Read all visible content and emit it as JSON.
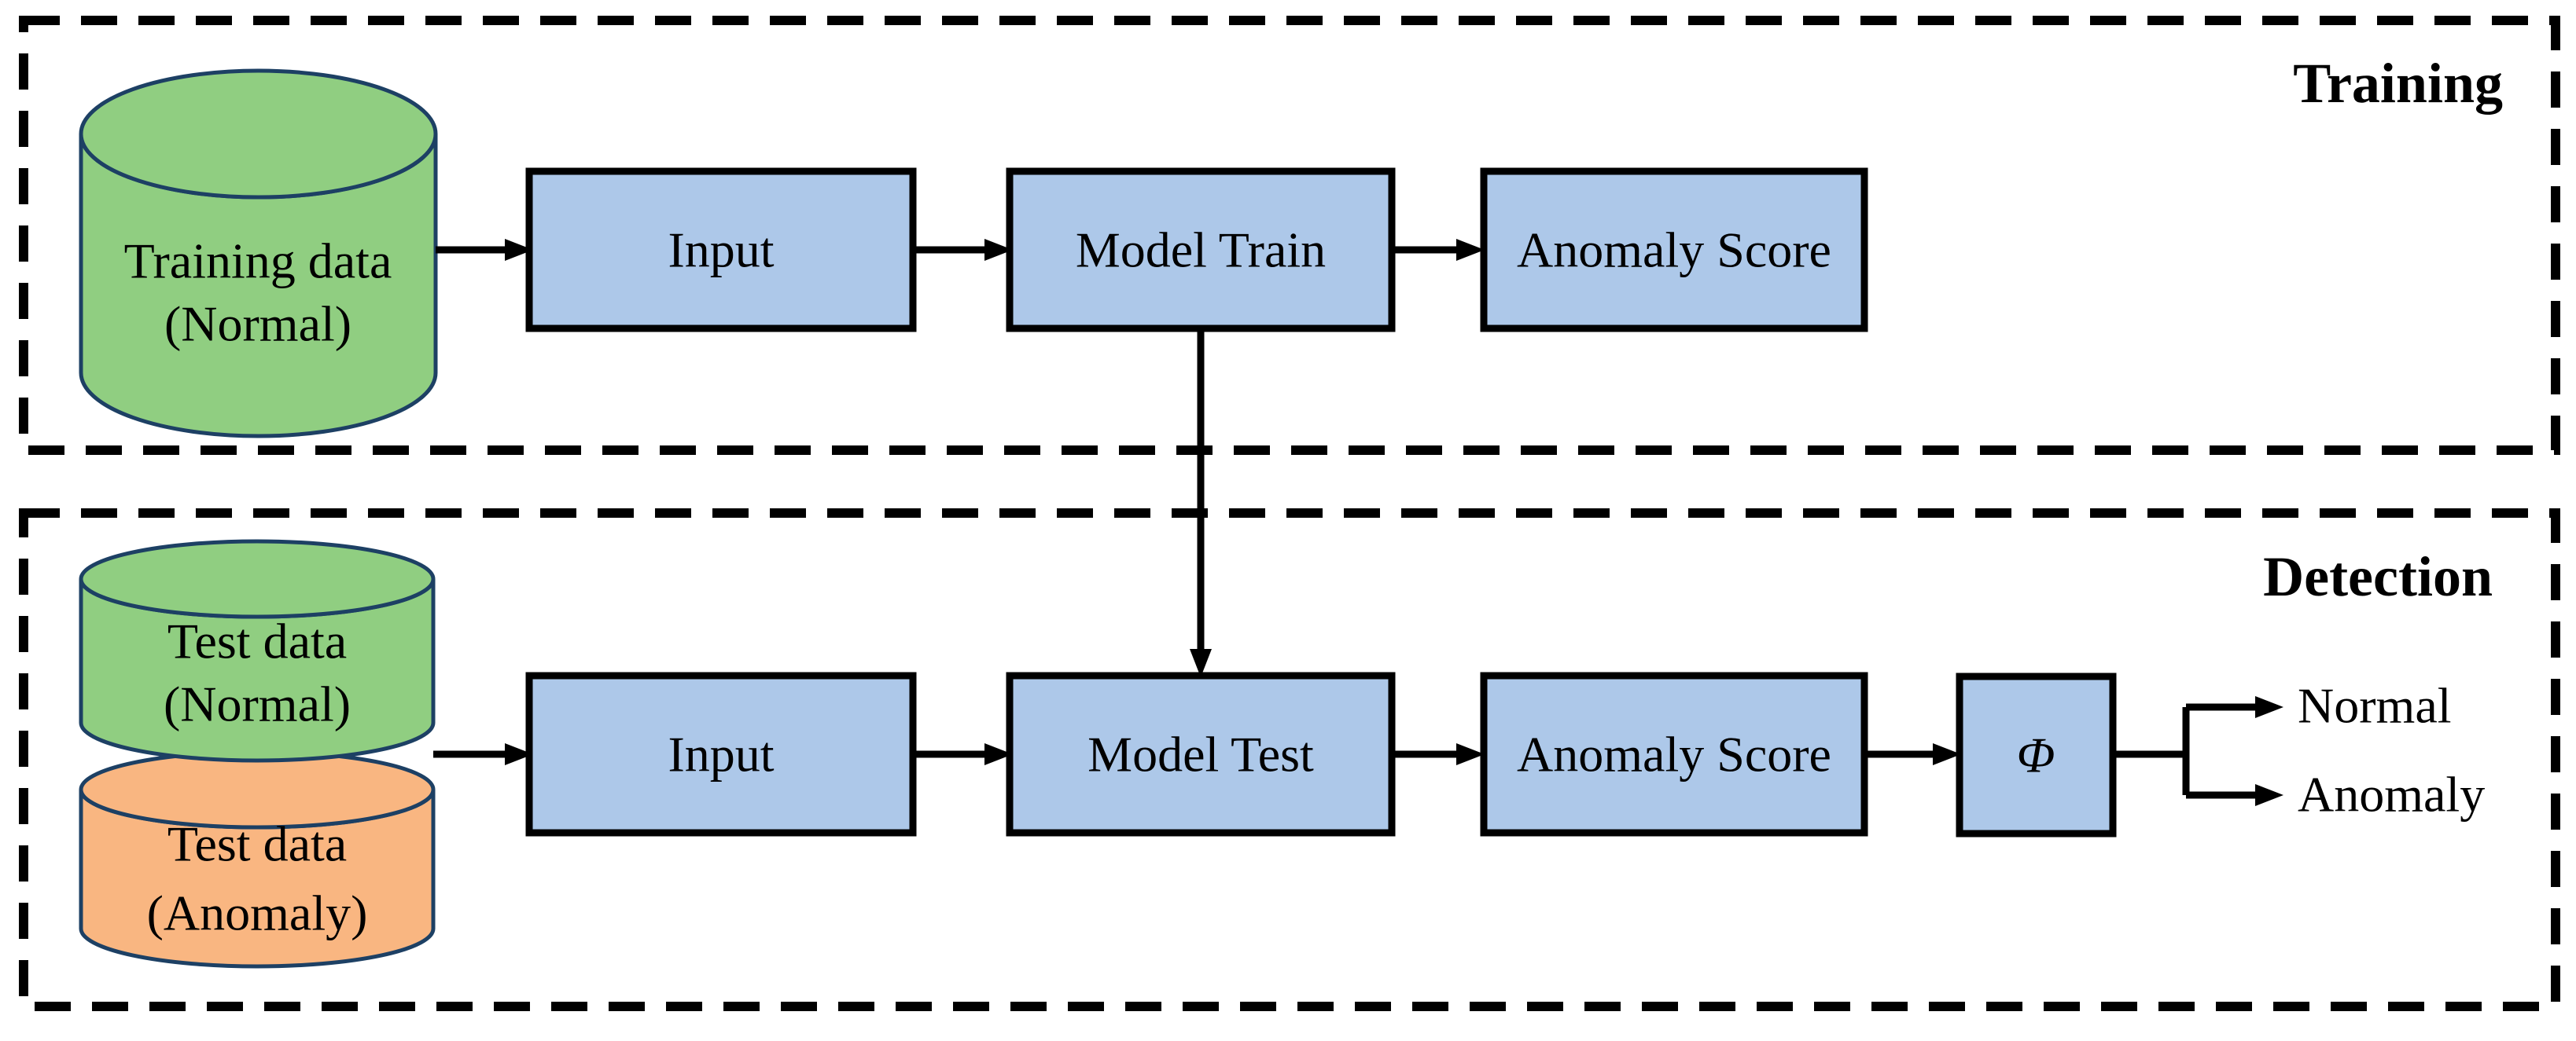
{
  "diagram": {
    "training": {
      "section_label": "Training",
      "cylinder": {
        "line1": "Training data",
        "line2": "(Normal)"
      },
      "boxes": {
        "input": "Input",
        "model_train": "Model Train",
        "anomaly_score": "Anomaly Score"
      }
    },
    "detection": {
      "section_label": "Detection",
      "cylinder_normal": {
        "line1": "Test data",
        "line2": "(Normal)"
      },
      "cylinder_anomaly": {
        "line1": "Test data",
        "line2": "(Anomaly)"
      },
      "boxes": {
        "input": "Input",
        "model_test": "Model Test",
        "anomaly_score": "Anomaly Score",
        "phi": "Φ"
      },
      "outputs": {
        "normal": "Normal",
        "anomaly": "Anomaly"
      }
    }
  },
  "colors": {
    "background": "#ffffff",
    "line": "#000000",
    "text": "#000000",
    "box_fill": "#adc8e9",
    "box_stroke": "#000000",
    "normal_fill": "#90ce81",
    "anomaly_fill": "#f9b681",
    "cylinder_stroke": "#1d4064"
  }
}
